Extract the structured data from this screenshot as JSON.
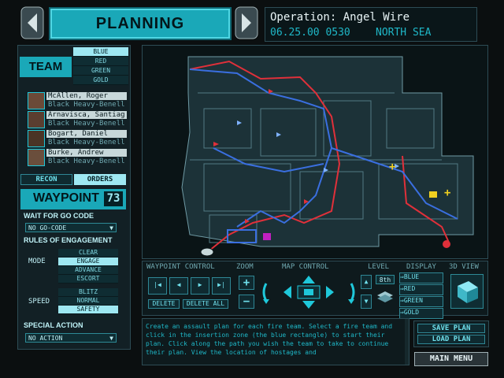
{
  "header": {
    "title": "PLANNING",
    "operation": "Operation: Angel Wire",
    "date": "06.25.00 0530",
    "location": "NORTH SEA"
  },
  "team": {
    "label": "TEAM",
    "colors": [
      "BLUE",
      "RED",
      "GREEN",
      "GOLD"
    ],
    "selected_color": "BLUE",
    "members": [
      {
        "name": "McAllen, Roger",
        "kit": "Black Heavy-Benell"
      },
      {
        "name": "Arnavisca, Santiag",
        "kit": "Black Heavy-Benell"
      },
      {
        "name": "Bogart, Daniel",
        "kit": "Black Heavy-Benell"
      },
      {
        "name": "Burke, Andrew",
        "kit": "Black Heavy-Benell"
      }
    ]
  },
  "tabs": {
    "recon": "RECON",
    "orders": "ORDERS"
  },
  "waypoint": {
    "label": "WAYPOINT",
    "number": "73"
  },
  "go_code": {
    "title": "WAIT FOR GO CODE",
    "value": "NO GO-CODE"
  },
  "roe": {
    "title": "RULES OF ENGAGEMENT",
    "mode_label": "MODE",
    "modes": [
      "CLEAR",
      "ENGAGE",
      "ADVANCE",
      "ESCORT"
    ],
    "mode_selected": "ENGAGE",
    "speed_label": "SPEED",
    "speeds": [
      "BLITZ",
      "NORMAL",
      "SAFETY"
    ],
    "speed_selected": "SAFETY"
  },
  "special_action": {
    "title": "SPECIAL ACTION",
    "value": "NO ACTION"
  },
  "controls": {
    "waypoint_control": "WAYPOINT CONTROL",
    "delete": "DELETE",
    "delete_all": "DELETE ALL",
    "zoom": "ZOOM",
    "zoom_in": "+",
    "zoom_out": "−",
    "map_control": "MAP CONTROL",
    "level": "LEVEL",
    "level_value": "8th",
    "display": "DISPLAY",
    "display_items": [
      "BLUE",
      "RED",
      "GREEN",
      "GOLD"
    ],
    "view3d": "3D VIEW"
  },
  "instructions": "Create an assault plan for each fire team. Select a fire team and click in the insertion zone (the blue rectangle) to start their plan. Click along the path you wish the team to take to continue their plan. View the location of hostages and",
  "buttons": {
    "save": "SAVE PLAN",
    "load": "LOAD PLAN",
    "main_menu": "MAIN MENU"
  },
  "colors": {
    "accent": "#1aa8b8",
    "red_path": "#e0303a",
    "blue_path": "#3a6fe0",
    "hostage": "#f0d020",
    "target": "#c020c0"
  }
}
